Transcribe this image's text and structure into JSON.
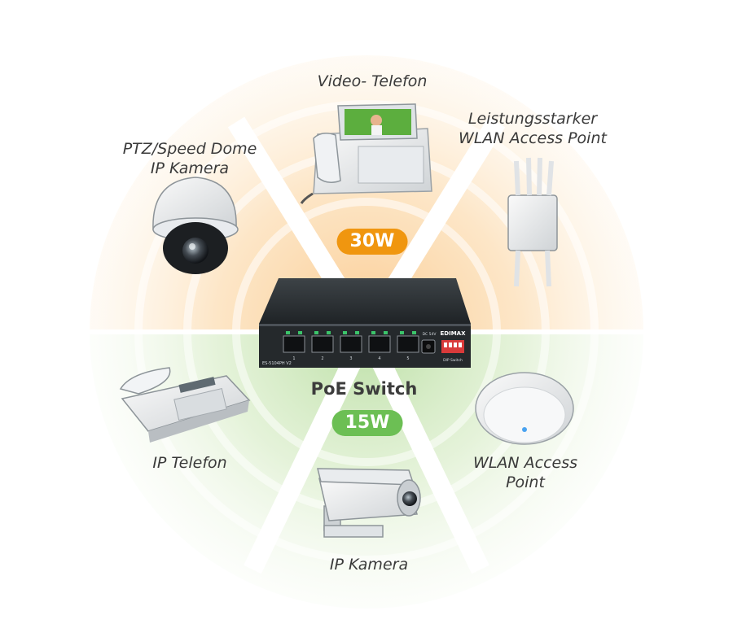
{
  "hub": {
    "device_label": "PoE Switch",
    "brand": "EDIMAX",
    "model": "ES-5104PH V2",
    "power_label": "DC 54V",
    "dip_label": "DIP Switch",
    "port_numbers": [
      "1",
      "2",
      "3",
      "4",
      "5"
    ]
  },
  "power_badges": {
    "high": {
      "text": "30W",
      "color": "#f0960f"
    },
    "low": {
      "text": "15W",
      "color": "#6cbf54"
    }
  },
  "zone_colors": {
    "high": "#f7a23a",
    "low": "#8fca6a"
  },
  "devices": {
    "video_phone": {
      "label": "Video- Telefon",
      "icon": "video-phone-icon"
    },
    "ptz_camera": {
      "label_lines": [
        "PTZ/Speed Dome",
        "IP Kamera"
      ],
      "icon": "dome-camera-icon"
    },
    "hp_access_point": {
      "label_lines": [
        "Leistungsstarker",
        "WLAN Access Point"
      ],
      "icon": "outdoor-access-point-icon"
    },
    "ip_phone": {
      "label": "IP Telefon",
      "icon": "desk-phone-icon"
    },
    "access_point": {
      "label_lines": [
        "WLAN Access",
        "Point"
      ],
      "icon": "ceiling-access-point-icon"
    },
    "ip_camera": {
      "label": "IP Kamera",
      "icon": "bullet-camera-icon"
    }
  }
}
